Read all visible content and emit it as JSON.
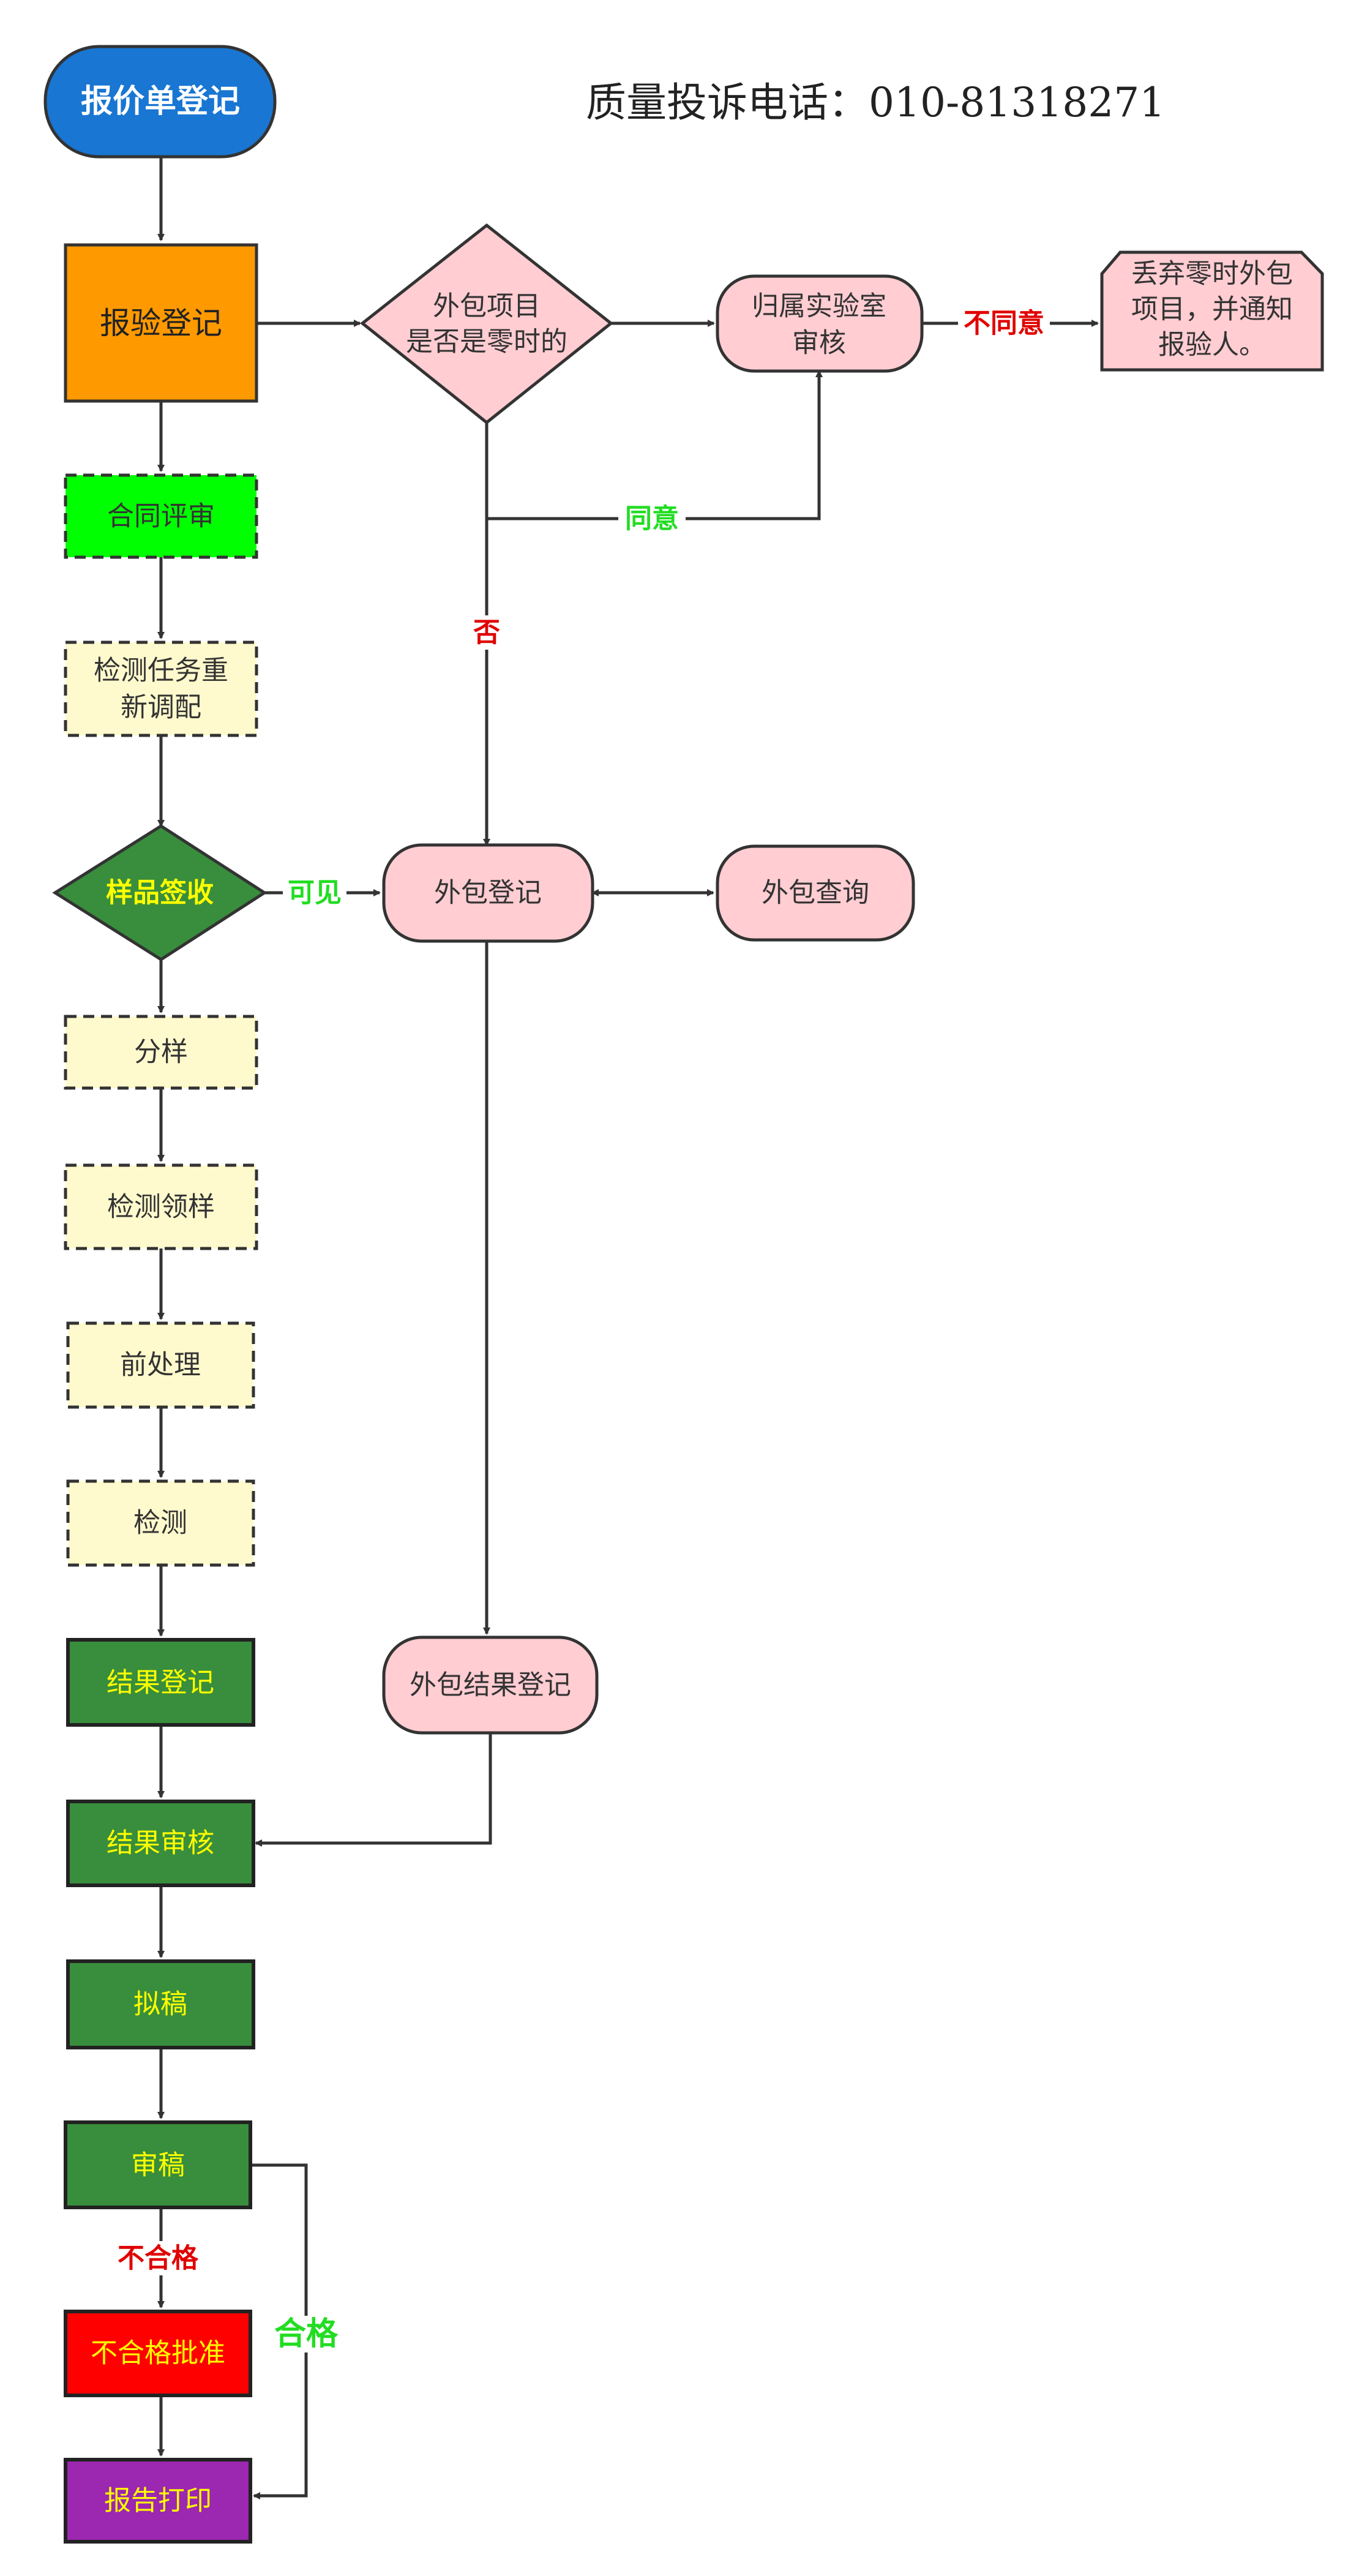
{
  "header": {
    "hotline_label": "质量投诉电话：",
    "hotline_number": "010-81318271"
  },
  "nodes": {
    "quote_register": "报价单登记",
    "inspection_register": "报验登记",
    "contract_review": "合同评审",
    "task_reassign_1": "检测任务重",
    "task_reassign_2": "新调配",
    "sample_signoff": "样品签收",
    "sample_split": "分样",
    "sample_pickup": "检测领样",
    "pretreatment": "前处理",
    "testing": "检测",
    "result_register": "结果登记",
    "result_review": "结果审核",
    "draft": "拟稿",
    "draft_review": "审稿",
    "nonconform_approve": "不合格批准",
    "report_print": "报告打印",
    "outsource_decision_1": "外包项目",
    "outsource_decision_2": "是否是零时的",
    "lab_review_1": "归属实验室",
    "lab_review_2": "审核",
    "discard_1": "丢弃零时外包",
    "discard_2": "项目，并通知",
    "discard_3": "报验人。",
    "outsource_register": "外包登记",
    "outsource_query": "外包查询",
    "outsource_result_register": "外包结果登记"
  },
  "edge_labels": {
    "disagree": "不同意",
    "agree": "同意",
    "no": "否",
    "visible": "可见",
    "fail": "不合格",
    "pass": "合格"
  },
  "colors": {
    "outline": "#333333",
    "blue": "#1976D2",
    "orange": "#FF9900",
    "bright_green": "#00FF00",
    "pale_yellow": "#FFFACD",
    "dark_green": "#388E3C",
    "yellow_text": "#FFFF00",
    "red": "#FF0000",
    "purple": "#9C27B0",
    "pink": "#FFCDD2",
    "label_red": "#E00000",
    "label_green": "#22DD22"
  }
}
